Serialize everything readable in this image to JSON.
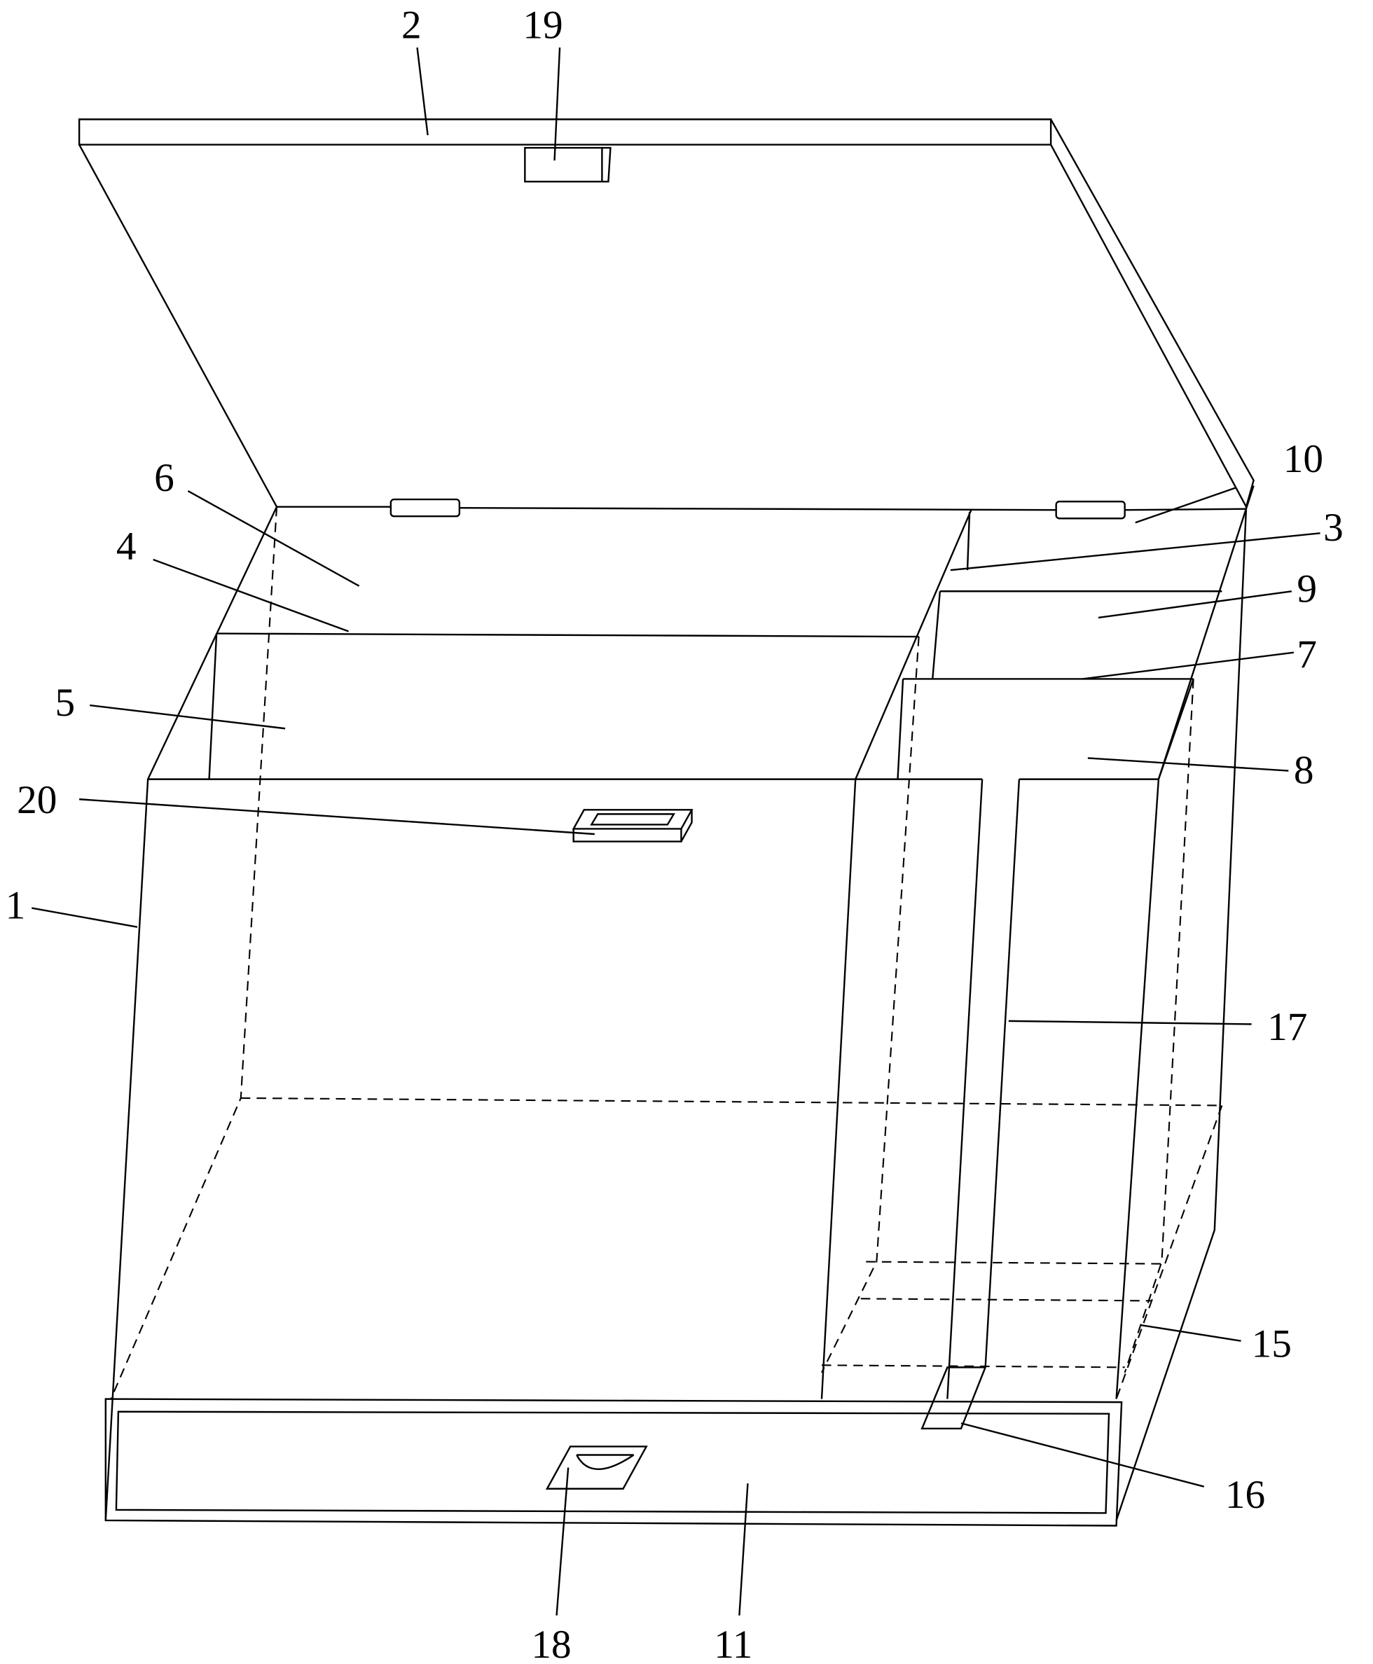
{
  "figure": {
    "labels": {
      "box_body": "1",
      "lid": "2",
      "partition_3": "3",
      "partition_4": "4",
      "compartment_5": "5",
      "compartment_6": "6",
      "partition_7": "7",
      "compartment_8": "8",
      "compartment_9": "9",
      "compartment_10": "10",
      "drawer": "11",
      "part_15": "15",
      "part_16": "16",
      "part_17": "17",
      "handle_18": "18",
      "latch_19": "19",
      "latch_20": "20"
    }
  }
}
